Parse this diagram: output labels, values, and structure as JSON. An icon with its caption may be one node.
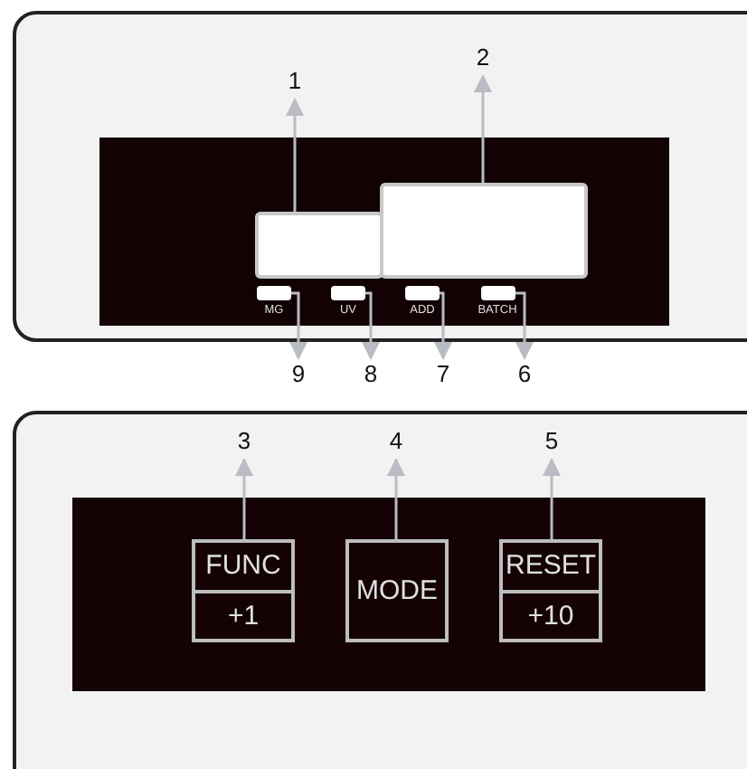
{
  "diagram": {
    "nodes": [
      {
        "text": [
          "1"
        ]
      },
      {
        "text": [
          "2"
        ]
      },
      {
        "text": [],
        "shape": "box"
      },
      {
        "text": [],
        "shape": "box"
      },
      {
        "text": [
          "MG"
        ]
      },
      {
        "text": [
          "UV"
        ]
      },
      {
        "text": [
          "ADD"
        ]
      },
      {
        "text": [
          "BATCH"
        ]
      },
      {
        "text": [
          "9"
        ]
      },
      {
        "text": [
          "8"
        ]
      },
      {
        "text": [
          "7"
        ]
      },
      {
        "text": [
          "6"
        ]
      },
      {
        "text": [
          "3"
        ]
      },
      {
        "text": [
          "4"
        ]
      },
      {
        "text": [
          "5"
        ]
      },
      {
        "text": [
          "FUNC",
          "+1"
        ]
      },
      {
        "text": [
          "MODE"
        ]
      },
      {
        "text": [
          "RESET",
          "+10"
        ]
      }
    ],
    "edges": [
      {
        "from": 2,
        "to": 0,
        "arrow": "to"
      },
      {
        "from": 3,
        "to": 1,
        "arrow": "to"
      },
      {
        "from": 4,
        "to": 8,
        "arrow": "to"
      },
      {
        "from": 5,
        "to": 9,
        "arrow": "to"
      },
      {
        "from": 6,
        "to": 10,
        "arrow": "to"
      },
      {
        "from": 7,
        "to": 11,
        "arrow": "to"
      },
      {
        "from": 15,
        "to": 12,
        "arrow": "to"
      },
      {
        "from": 16,
        "to": 13,
        "arrow": "to"
      },
      {
        "from": 17,
        "to": 14,
        "arrow": "to"
      }
    ]
  }
}
